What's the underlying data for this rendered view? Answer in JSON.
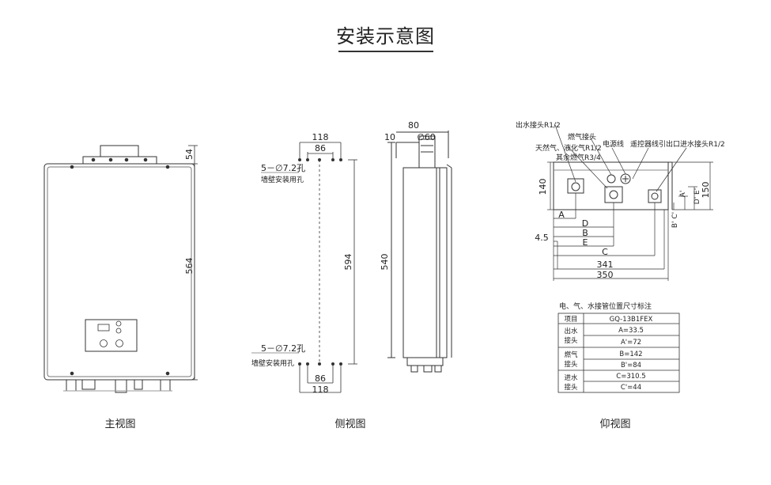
{
  "title": "安装示意图",
  "views": {
    "front": "主视图",
    "side": "侧视图",
    "bottom": "仰视图"
  },
  "front_view": {
    "dim_top": "54",
    "dim_height": "564"
  },
  "side_view": {
    "dim_118_top": "118",
    "dim_86_top": "86",
    "hole_top": "5－∅7.2孔",
    "hole_top_note": "墙壁安装用孔",
    "dim_594": "594",
    "hole_bottom": "5－∅7.2孔",
    "hole_bottom_note": "墙壁安装用孔",
    "dim_86_bottom": "86",
    "dim_118_bottom": "118",
    "dim_80": "80",
    "dim_10": "10",
    "dim_60": "∅60",
    "dim_540": "540"
  },
  "bottom_view": {
    "label_outlet": "出水接头R1/2",
    "label_gas": "燃气接头",
    "label_gas_type": "天然气、液化气R1/2",
    "label_gas_other": "其余燃气R3/4",
    "label_power": "电源线",
    "label_remote": "遥控器线引出口",
    "label_inlet": "进水接头R1/2",
    "dim_140": "140",
    "dim_150": "150",
    "letters": {
      "a": "A",
      "b": "B",
      "c": "C",
      "d": "D",
      "e": "E",
      "a2": "A'",
      "b2c2": "B' C'",
      "d2e2": "D' E'"
    },
    "dim_45": "4.5",
    "dim_341": "341",
    "dim_350": "350"
  },
  "spec_table": {
    "caption": "电、气、水接管位置尺寸标注",
    "header": [
      "项目",
      "GQ-13B1FEX"
    ],
    "groups": [
      {
        "label": "出水接头",
        "values": [
          "A=33.5",
          "A'=72"
        ]
      },
      {
        "label": "燃气接头",
        "values": [
          "B=142",
          "B'=84"
        ]
      },
      {
        "label": "进水接头",
        "values": [
          "C=310.5",
          "C'=44"
        ]
      }
    ]
  }
}
